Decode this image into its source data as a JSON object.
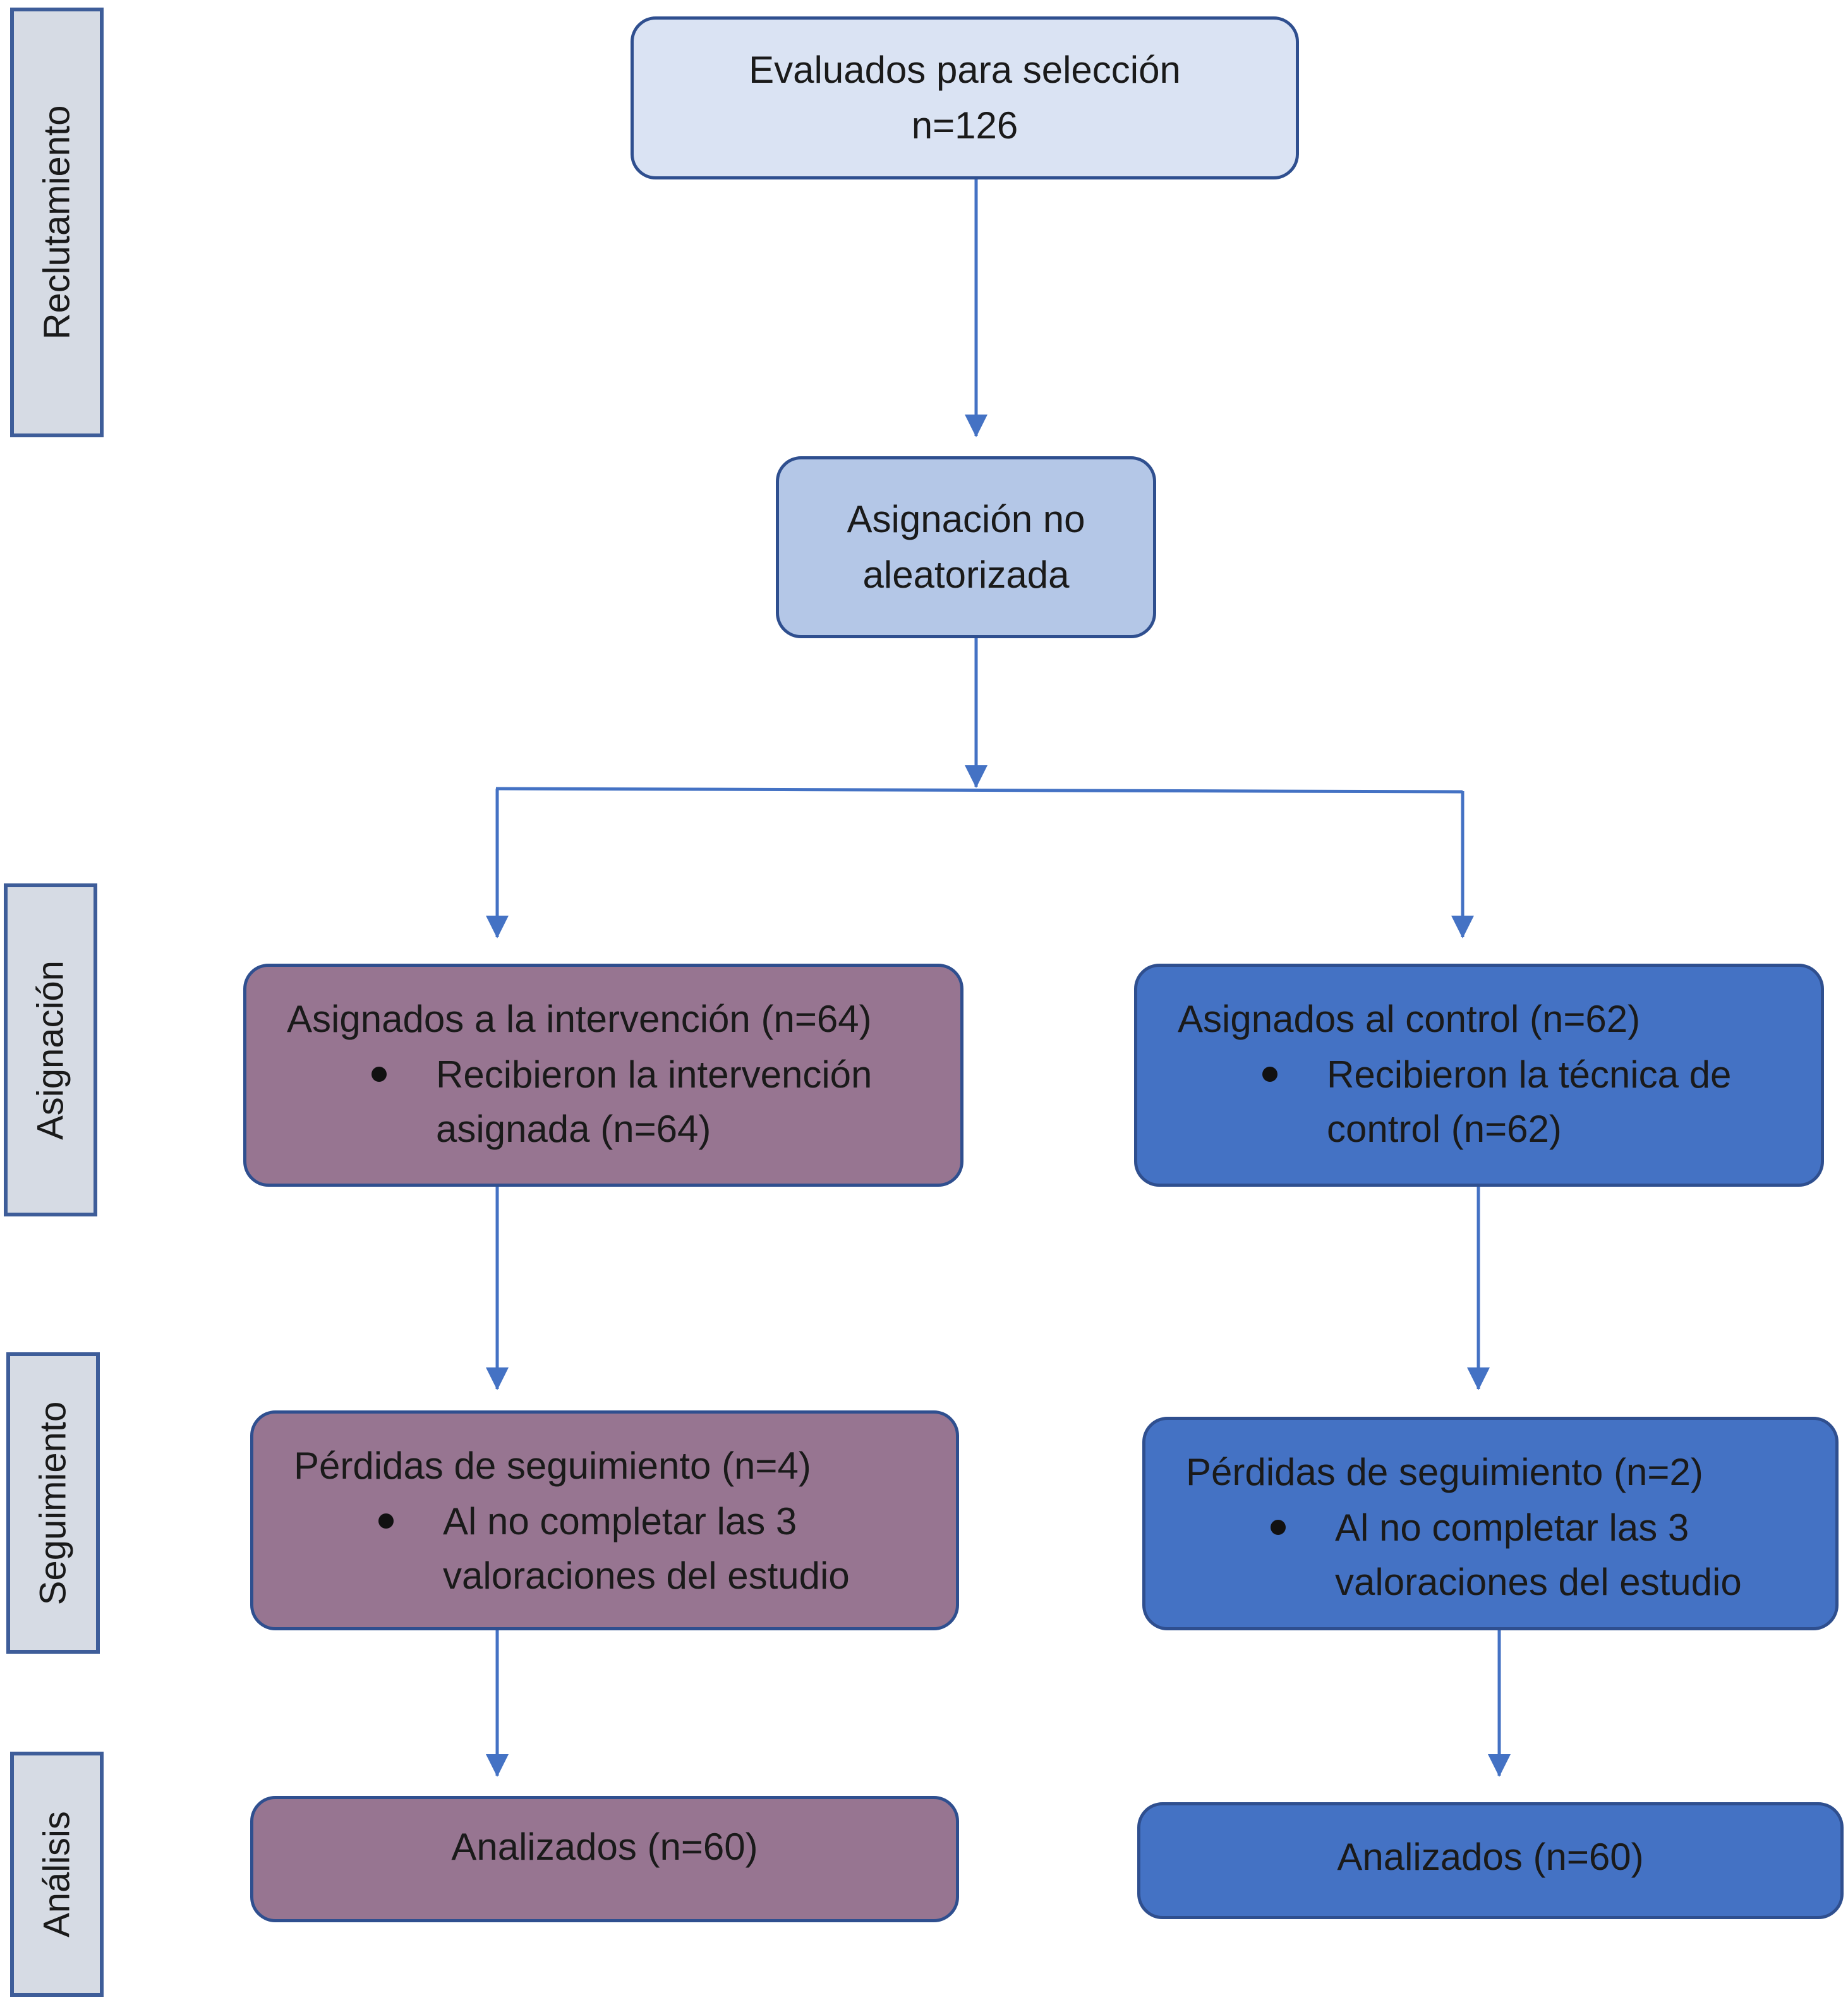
{
  "stages": {
    "recruitment": "Reclutamiento",
    "allocation": "Asignación",
    "follow_up": "Seguimiento",
    "analysis": "Análisis"
  },
  "screening": {
    "line1": "Evaluados para selección",
    "line2": "n=126"
  },
  "allocation_box": {
    "line1": "Asignación no",
    "line2": "aleatorizada"
  },
  "intervention": {
    "assigned": {
      "title": "Asignados a la intervención (n=64)",
      "bullet_line1": "Recibieron la intervención",
      "bullet_line2": "asignada (n=64)"
    },
    "follow_up": {
      "title": "Pérdidas de seguimiento (n=4)",
      "bullet_line1": "Al no completar las 3",
      "bullet_line2": "valoraciones del estudio"
    },
    "analysis": {
      "title": "Analizados (n=60)"
    }
  },
  "control": {
    "assigned": {
      "title": "Asignados al control (n=62)",
      "bullet_line1": "Recibieron la técnica de",
      "bullet_line2": "control (n=62)"
    },
    "follow_up": {
      "title": "Pérdidas de seguimiento (n=2)",
      "bullet_line1": "Al no completar las 3",
      "bullet_line2": "valoraciones del estudio"
    },
    "analysis": {
      "title": "Analizados (n=60)"
    }
  },
  "colors": {
    "screening_fill": "#dae3f3",
    "allocation_fill": "#b4c7e7",
    "intervention_fill": "#977591",
    "control_fill": "#4472c4",
    "border": "#2f4f8f",
    "connector": "#4472c4",
    "stage_fill": "#d6dbe4"
  }
}
